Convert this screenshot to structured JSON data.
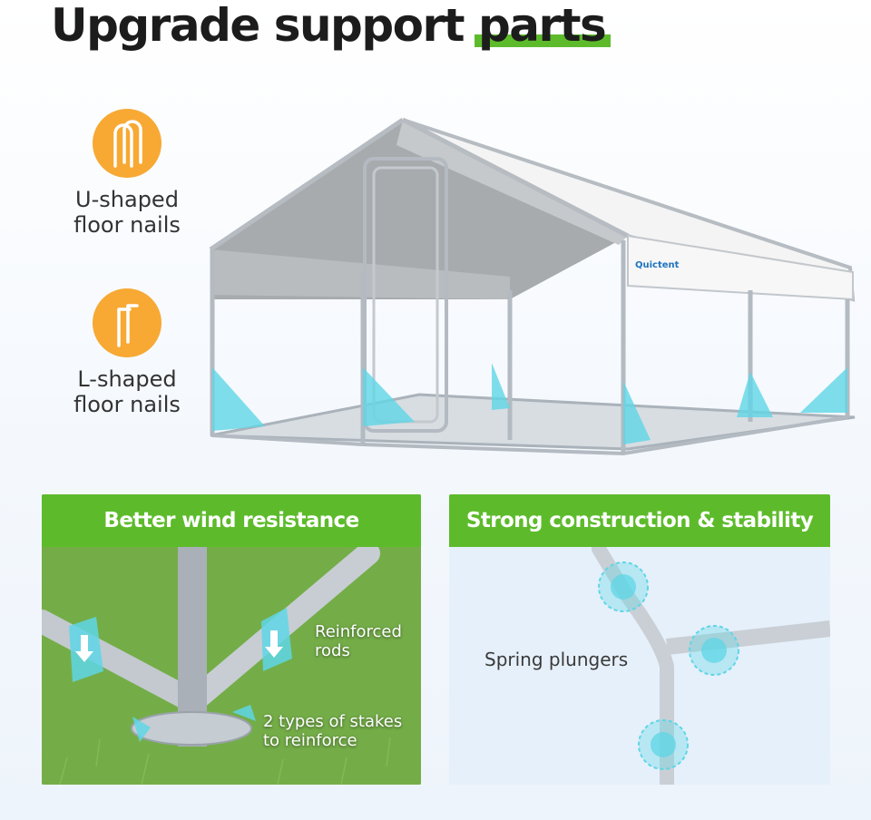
{
  "title": {
    "main": "Upgrade support",
    "highlight": "parts"
  },
  "features": [
    {
      "icon": "u-shaped-nail-icon",
      "label_line1": "U-shaped",
      "label_line2": "floor nails"
    },
    {
      "icon": "l-shaped-nail-icon",
      "label_line1": "L-shaped",
      "label_line2": "floor nails"
    }
  ],
  "product": {
    "brand_tag": "Quictent"
  },
  "panels": {
    "wind": {
      "banner": "Better wind resistance",
      "annot1_line1": "Reinforced",
      "annot1_line2": "rods",
      "annot2_line1": "2 types of stakes",
      "annot2_line2": "to reinforce"
    },
    "strength": {
      "banner": "Strong construction & stability",
      "annot": "Spring plungers"
    }
  },
  "colors": {
    "accent_green": "#5dbb2b",
    "icon_orange": "#f7a934",
    "highlight_cyan": "#5fd6e6"
  }
}
